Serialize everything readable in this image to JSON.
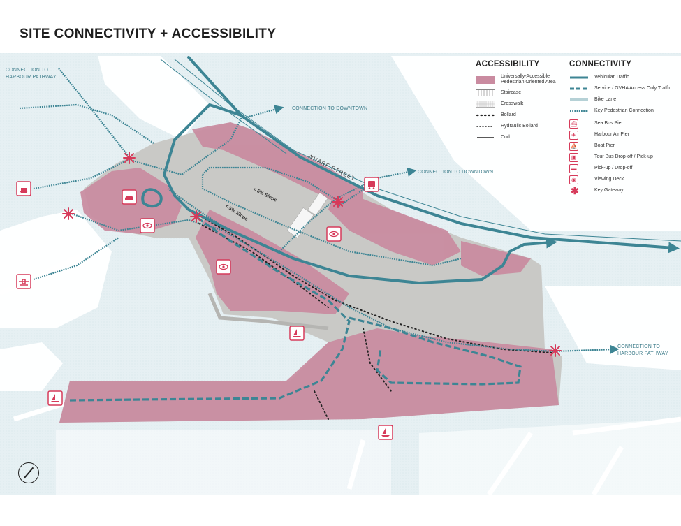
{
  "title": "SITE CONNECTIVITY + ACCESSIBILITY",
  "colors": {
    "pedestrian_area": "#c98ba0",
    "connectivity": "#3d8594",
    "water": "#e3eef2",
    "gateway": "#d63a5a"
  },
  "map_labels": {
    "harbour_pathway_left": [
      "CONNECTION TO",
      "HARBOUR PATHWAY"
    ],
    "downtown_top": "CONNECTION TO DOWNTOWN",
    "downtown_mid": "CONNECTION TO DOWNTOWN",
    "harbour_pathway_right": [
      "CONNECTION TO",
      "HARBOUR PATHWAY"
    ],
    "wharf_street": "WHARF STREET",
    "slope_1": "< 5% Slope",
    "slope_2": "< 5% Slope"
  },
  "legend": {
    "accessibility": {
      "title": "ACCESSIBILITY",
      "items": [
        {
          "label": "Universally-Accessible Pedestrian Oriented Area",
          "icon": "pink-area-swatch"
        },
        {
          "label": "Staircase",
          "icon": "staircase-swatch"
        },
        {
          "label": "Crosswalk",
          "icon": "crosswalk-swatch"
        },
        {
          "label": "Bollard",
          "icon": "bollard-dots"
        },
        {
          "label": "Hydraulic Bollard",
          "icon": "hydraulic-bollard-dots"
        },
        {
          "label": "Curb",
          "icon": "curb-line"
        }
      ]
    },
    "connectivity": {
      "title": "CONNECTIVITY",
      "items": [
        {
          "label": "Vehicular Traffic",
          "icon": "vehicular-line"
        },
        {
          "label": "Service / GVHA Access Only Traffic",
          "icon": "service-dashed-line"
        },
        {
          "label": "Bike Lane",
          "icon": "bike-lane-line"
        },
        {
          "label": "Key Pedestrian Connection",
          "icon": "pedestrian-dotted-line"
        },
        {
          "label": "Sea Bus Pier",
          "icon": "sea-bus-icon"
        },
        {
          "label": "Harbour Air Pier",
          "icon": "float-plane-icon"
        },
        {
          "label": "Boat Pier",
          "icon": "boat-icon"
        },
        {
          "label": "Tour Bus Drop-off / Pick-up",
          "icon": "tour-bus-icon"
        },
        {
          "label": "Pick-up / Drop-off",
          "icon": "car-icon"
        },
        {
          "label": "Viewing Deck",
          "icon": "eye-icon"
        },
        {
          "label": "Key Gateway",
          "icon": "gateway-asterisk-icon"
        }
      ]
    }
  }
}
